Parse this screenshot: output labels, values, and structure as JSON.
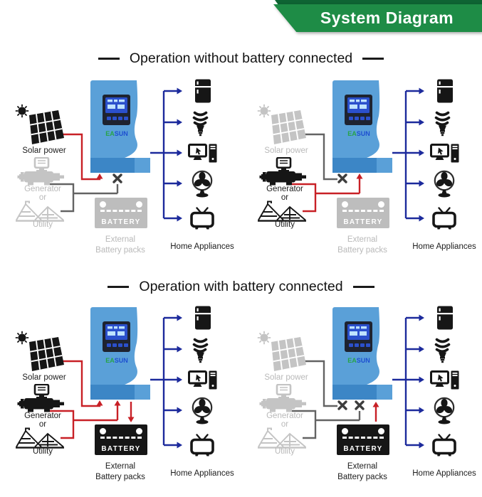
{
  "header": {
    "title": "System Diagram"
  },
  "labels": {
    "solar": "Solar power",
    "generator": "Generator",
    "or": "or",
    "utility": "Utility",
    "battery": "BATTERY",
    "external_line1": "External",
    "external_line2": "Battery packs",
    "home_appliances": "Home Appliances",
    "brand": "EASUN"
  },
  "appliances": [
    "refrigerator",
    "cfl-bulb",
    "computer",
    "fan",
    "tv"
  ],
  "colors": {
    "header_green": "#1e8c46",
    "header_dark": "#0e6433",
    "icon_on": "#161616",
    "icon_off": "#c4c4c4",
    "label_on": "#1c1c1c",
    "label_off": "#b9b9b9",
    "wire_red": "#c82026",
    "wire_gray": "#636363",
    "wire_blue": "#1c2a9c",
    "x_mark": "#3d3d3d",
    "inverter_body": "#5aa0d8",
    "inverter_strip": "#3c86c6",
    "inverter_panel": "#1e2330",
    "inverter_screen": "#2b50cc",
    "brand_green": "#27a348",
    "brand_blue": "#1d4fd0",
    "battery_on_bg": "#161616",
    "battery_off_bg": "#bdbdbd"
  },
  "sections": [
    {
      "title": "Operation without battery connected",
      "quadrants": [
        {
          "name": "solar-mode",
          "solar_on": true,
          "generator_on": false,
          "utility_on": false,
          "battery_on": false,
          "solar_wire": "red-arrow",
          "generator_wire": "gray-x",
          "battery_wire": "none"
        },
        {
          "name": "ac-input-mode",
          "solar_on": false,
          "generator_on": true,
          "utility_on": true,
          "battery_on": false,
          "solar_wire": "gray-x",
          "generator_wire": "red-arrow",
          "battery_wire": "none"
        }
      ]
    },
    {
      "title": "Operation with battery connected",
      "quadrants": [
        {
          "name": "charging-mode",
          "solar_on": true,
          "generator_on": true,
          "utility_on": true,
          "battery_on": true,
          "solar_wire": "red-arrow",
          "generator_wire": "red-arrow",
          "battery_wire": "red-down"
        },
        {
          "name": "battery-discharge-mode",
          "solar_on": false,
          "generator_on": false,
          "utility_on": false,
          "battery_on": true,
          "solar_wire": "gray-x",
          "generator_wire": "gray-x",
          "battery_wire": "red-up"
        }
      ]
    }
  ]
}
